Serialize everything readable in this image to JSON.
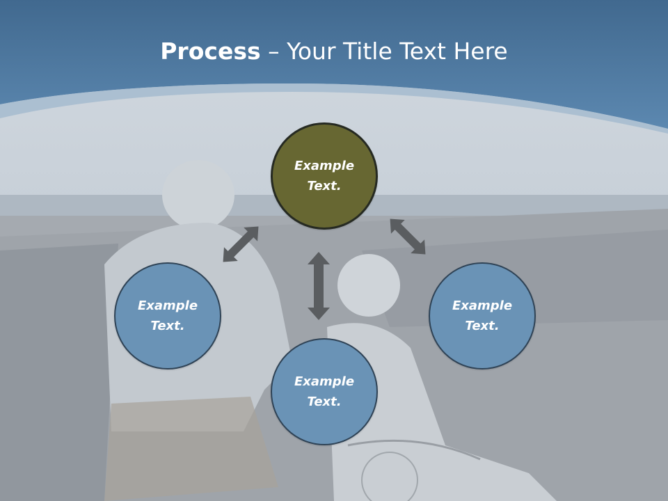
{
  "title": {
    "bold": "Process",
    "rest": " – Your Title Text Here"
  },
  "nodes": {
    "top": "Example Text.",
    "left": "Example Text.",
    "right": "Example Text.",
    "bottom": "Example Text."
  },
  "colors": {
    "header_blue": "#4f7aa2",
    "top_node_fill": "#676732",
    "node_fill": "#6a93b6",
    "arrow": "#5a5d60"
  }
}
